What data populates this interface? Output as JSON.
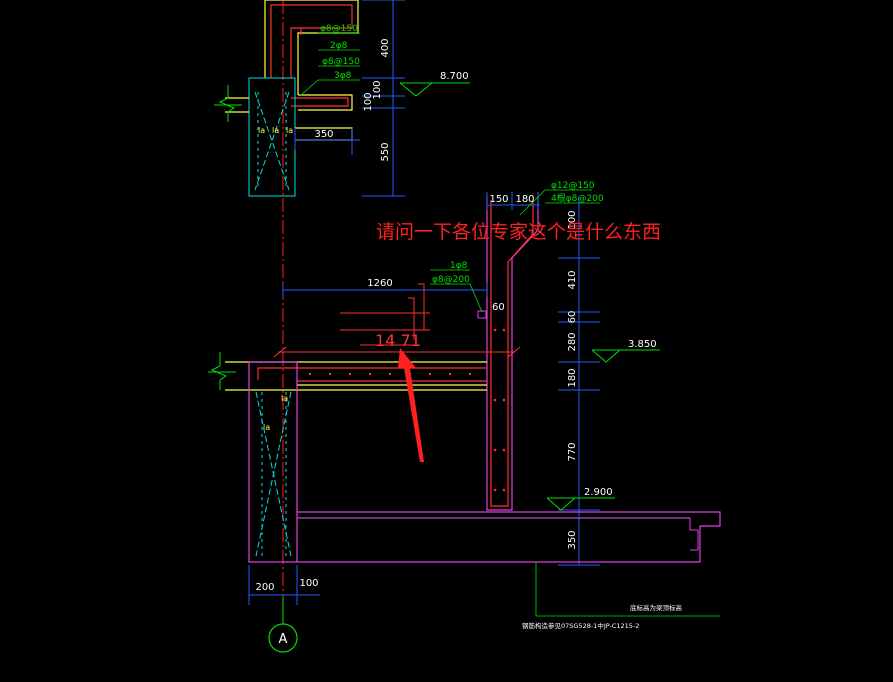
{
  "question": "请问一下各位专家这个是什么东西",
  "marked_value": "14 71",
  "rebar": {
    "top1": "φ8@150",
    "top2": "2φ8",
    "top3": "φ8@150",
    "top4": "3φ8",
    "right1": "φ12@150",
    "right2": "4根φ8@200",
    "mid1": "1φ8",
    "mid2": "φ8@200"
  },
  "dims": {
    "d400": "400",
    "d100a": "100",
    "d100b": "100",
    "d350top": "350",
    "d550": "550",
    "d150": "150",
    "d180top": "180",
    "d100c": "100",
    "d1260": "1260",
    "d60a": "60",
    "d410": "410",
    "d60b": "60",
    "d280": "280",
    "d180": "180",
    "d770": "770",
    "d350": "350",
    "d200": "200",
    "d100d": "100"
  },
  "elevations": {
    "e1": "8.700",
    "e2": "3.850",
    "e3": "2.900"
  },
  "anchor_labels": [
    "la",
    "la",
    "la",
    "la",
    "la"
  ],
  "notes": {
    "n1": "底标高为梁顶标高",
    "n2": "钢筋构造参见07SG528-1中JP-C1215-2"
  },
  "axis": "A",
  "colors": {
    "background": "#000000",
    "dimension": "#1e5cff",
    "rebar": "#ff3030",
    "column": "#e040e0",
    "slab": "#ffff40",
    "axis_line": "#ff2020",
    "annotation": "#00e000",
    "cyan_section": "#00e0e0"
  }
}
